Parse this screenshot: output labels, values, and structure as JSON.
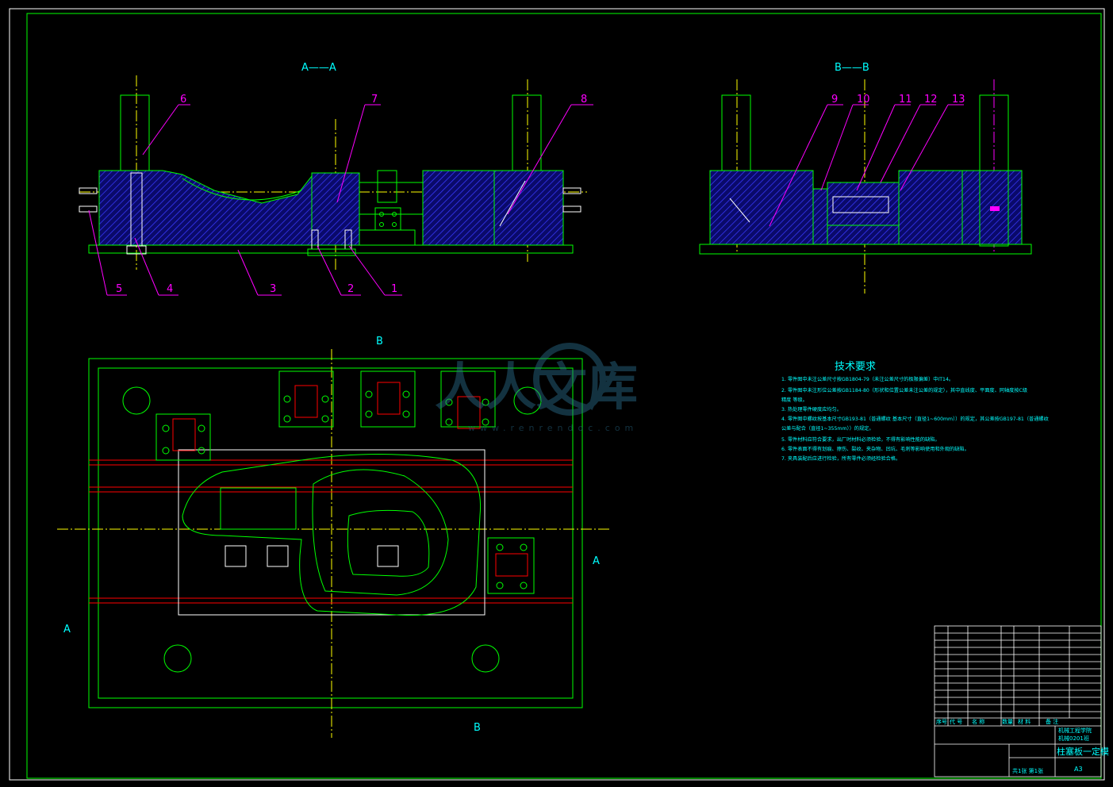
{
  "views": {
    "section_aa": "A——A",
    "section_bb": "B——B",
    "mark_b": "B",
    "mark_a": "A"
  },
  "balloons": [
    "1",
    "2",
    "3",
    "4",
    "5",
    "6",
    "7",
    "8",
    "9",
    "10",
    "11",
    "12",
    "13"
  ],
  "tech": {
    "title": "技术要求",
    "lines": [
      "1. 零件图中未注公差尺寸按GB1804-79（未注公差尺寸的极限偏差）中IT14。",
      "2. 零件图中未注形位公差按GB1184-80（形状和位置公差未注公差的规定），其中直线度、平面度、同轴度按C级",
      "   精度 等级。",
      "3. 热处理零件硬度应均匀。",
      "4. 零件图中螺纹按基本尺寸GB193-81（普通螺纹 基本尺寸（直径1~600mm））的规定，其公差按GB197-81（普通螺纹",
      "   公差与配合（直径1~355mm））的规定。",
      "5. 零件材料应符合要求，出厂时材料必须检验，不得有影响性能的缺陷。",
      "6. 零件表面不得有划痕、擦伤、裂纹、夹杂物、凹坑、毛刺等影响使用和外观的缺陷。",
      "7. 夹具装配后应进行检验，所有零件必须经检验合格。"
    ]
  },
  "watermark": {
    "text": "人人文库",
    "url": "www.renrendoc.com"
  },
  "title_block": {
    "drawing_name": "柱塞板一定模",
    "school_1": "机械工程学院",
    "school_2": "机械0201班",
    "sheet": "共1张  第1张",
    "scale": "A3",
    "header_cols": [
      "序号",
      "代  号",
      "名    称",
      "数量",
      "材   料",
      "备  注"
    ]
  },
  "colors": {
    "frame": "#00ff00",
    "hatch": "#0000ff",
    "leader": "#ff00ff",
    "center": "#ffff00",
    "text": "#00ffff",
    "red": "#ff0000",
    "white": "#ffffff"
  }
}
